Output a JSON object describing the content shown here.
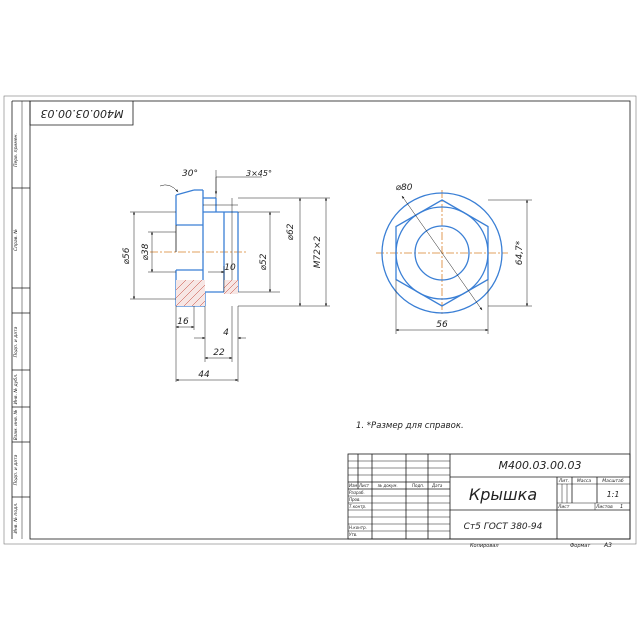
{
  "stamp": {
    "rotated_code": "M400.03.00.03"
  },
  "side_strip": {
    "labels": [
      "Перв. примен.",
      "Справ. №",
      "Подп. и дата",
      "Инв. № дубл.",
      "Взам. инв. №",
      "Подп. и дата",
      "Инв. № подл."
    ]
  },
  "dims": {
    "chamfer_angle": "30°",
    "chamfer": "3×45°",
    "d56": "⌀56",
    "d38": "⌀38",
    "d52": "⌀52",
    "d62": "⌀62",
    "m72": "M72×2",
    "w10": "10",
    "w16": "16",
    "w4": "4",
    "w22": "22",
    "w44": "44",
    "d80": "⌀80",
    "h647": "64,7*",
    "s56": "56"
  },
  "note": "1. *Размер для справок.",
  "title_block": {
    "code": "М400.03.00.03",
    "name": "Крышка",
    "material": "Ст5 ГОСТ 380-94",
    "col_headers": [
      "Изм",
      "Лист",
      "№ докум.",
      "Подп.",
      "Дата"
    ],
    "row_labels": [
      "Разраб.",
      "Пров.",
      "Т.контр.",
      "Н.контр.",
      "Утв."
    ],
    "lit_label": "Лит.",
    "mass_label": "Масса",
    "scale_label": "Масштаб",
    "scale_value": "1:1",
    "sheet_label": "Лист",
    "sheets_label": "Листов",
    "sheets_value": "1",
    "copied_label": "Копировал",
    "format_label": "Формат",
    "format_value": "А3"
  }
}
